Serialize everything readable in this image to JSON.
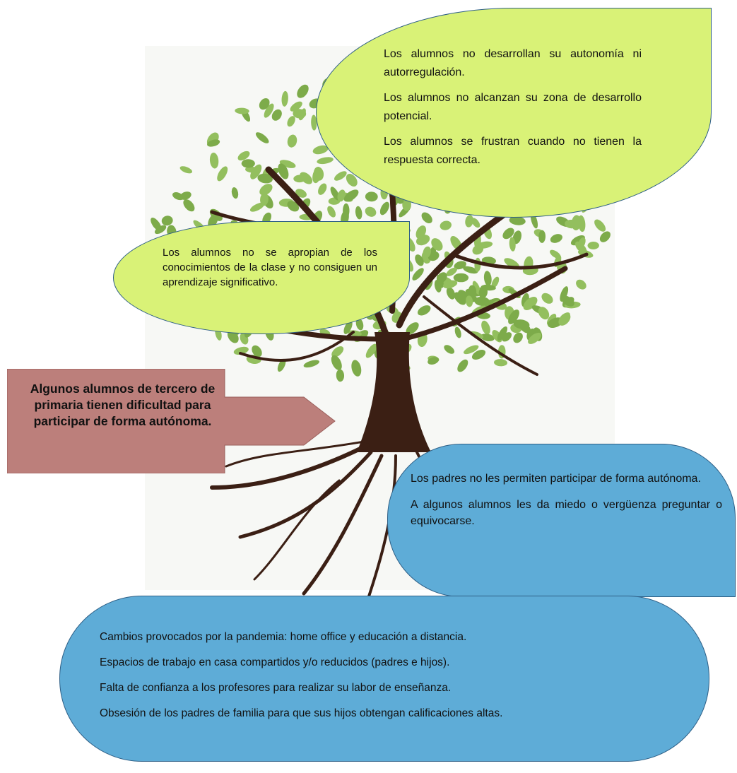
{
  "diagram": {
    "problem": {
      "text": "Algunos alumnos de tercero de primaria tienen dificultad para participar de forma autónoma."
    },
    "effects_main": [
      "Los alumnos no desarrollan su autonomía ni autorregulación.",
      "Los alumnos no alcanzan su zona de desarrollo potencial.",
      "Los alumnos se frustran cuando no tienen la respuesta correcta."
    ],
    "effects_secondary": [
      "Los alumnos no se apropian de los conocimientos de la clase y no consiguen un aprendizaje significativo."
    ],
    "causes_parents": [
      "Los padres no les permiten participar de forma autónoma.",
      "A algunos alumnos les da miedo o vergüenza preguntar o equivocarse."
    ],
    "causes_context": [
      "Cambios provocados por la pandemia: home office y educación a distancia.",
      "Espacios de trabajo en casa compartidos y/o reducidos (padres e hijos).",
      "Falta de confianza a los profesores para realizar su labor de enseñanza.",
      "Obsesión de los padres de familia para que sus hijos obtengan calificaciones altas."
    ]
  },
  "colors": {
    "effect_fill": "#d9f277",
    "cause_fill": "#5eacd7",
    "problem_fill": "#bc7f7b",
    "outline": "#2e5f86",
    "trunk": "#3b1f14",
    "leaf": "#7dab4a"
  }
}
